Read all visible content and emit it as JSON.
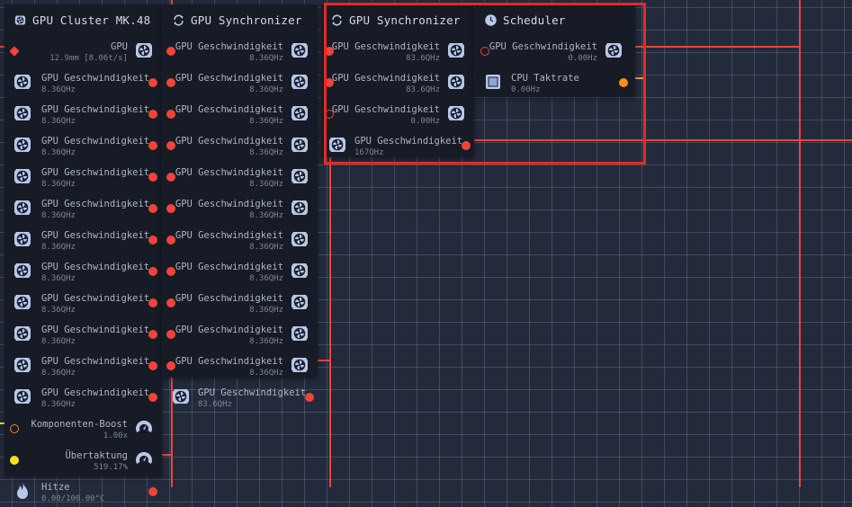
{
  "colors": {
    "wire": "#e8453c",
    "wire_orange": "#f29a2e",
    "selection": "#e52a24",
    "port_red": "#f04438",
    "port_yellow": "#f5e11a",
    "port_orange": "#f5901e",
    "node_bg": "#161b26",
    "canvas_bg": "#232a3b"
  },
  "nodes": {
    "cluster": {
      "title": "GPU Cluster MK.48",
      "title_icon": "gpu-fan-icon",
      "gpu_output": {
        "label": "GPU",
        "value": "12.9mm [8.06t/s]"
      },
      "rows": [
        {
          "label": "GPU Geschwindigkeit",
          "value": "8.36QHz"
        },
        {
          "label": "GPU Geschwindigkeit",
          "value": "8.36QHz"
        },
        {
          "label": "GPU Geschwindigkeit",
          "value": "8.36QHz"
        },
        {
          "label": "GPU Geschwindigkeit",
          "value": "8.36QHz"
        },
        {
          "label": "GPU Geschwindigkeit",
          "value": "8.36QHz"
        },
        {
          "label": "GPU Geschwindigkeit",
          "value": "8.36QHz"
        },
        {
          "label": "GPU Geschwindigkeit",
          "value": "8.36QHz"
        },
        {
          "label": "GPU Geschwindigkeit",
          "value": "8.36QHz"
        },
        {
          "label": "GPU Geschwindigkeit",
          "value": "8.36QHz"
        },
        {
          "label": "GPU Geschwindigkeit",
          "value": "8.36QHz"
        },
        {
          "label": "GPU Geschwindigkeit",
          "value": "8.36QHz"
        }
      ],
      "boost": {
        "label": "Komponenten-Boost",
        "value": "1.00x"
      },
      "overclock": {
        "label": "Übertaktung",
        "value": "519.17%"
      },
      "heat": {
        "label": "Hitze",
        "value": "0.00/100.00°C"
      }
    },
    "sync1": {
      "title": "GPU Synchronizer",
      "inputs": [
        {
          "label": "GPU Geschwindigkeit",
          "value": "8.36QHz"
        },
        {
          "label": "GPU Geschwindigkeit",
          "value": "8.36QHz"
        },
        {
          "label": "GPU Geschwindigkeit",
          "value": "8.36QHz"
        },
        {
          "label": "GPU Geschwindigkeit",
          "value": "8.36QHz"
        },
        {
          "label": "GPU Geschwindigkeit",
          "value": "8.36QHz"
        },
        {
          "label": "GPU Geschwindigkeit",
          "value": "8.36QHz"
        },
        {
          "label": "GPU Geschwindigkeit",
          "value": "8.36QHz"
        },
        {
          "label": "GPU Geschwindigkeit",
          "value": "8.36QHz"
        },
        {
          "label": "GPU Geschwindigkeit",
          "value": "8.36QHz"
        },
        {
          "label": "GPU Geschwindigkeit",
          "value": "8.36QHz"
        },
        {
          "label": "GPU Geschwindigkeit",
          "value": "8.36QHz"
        }
      ],
      "output": {
        "label": "GPU Geschwindigkeit",
        "value": "83.6QHz"
      }
    },
    "sync2": {
      "title": "GPU Synchronizer",
      "inputs": [
        {
          "label": "GPU Geschwindigkeit",
          "value": "83.6QHz"
        },
        {
          "label": "GPU Geschwindigkeit",
          "value": "83.6QHz"
        },
        {
          "label": "GPU Geschwindigkeit",
          "value": "0.00Hz"
        }
      ],
      "output": {
        "label": "GPU Geschwindigkeit",
        "value": "167QHz"
      }
    },
    "scheduler": {
      "title": "Scheduler",
      "input": {
        "label": "GPU Geschwindigkeit",
        "value": "0.00Hz"
      },
      "output": {
        "label": "CPU Taktrate",
        "value": "0.00Hz"
      }
    }
  }
}
